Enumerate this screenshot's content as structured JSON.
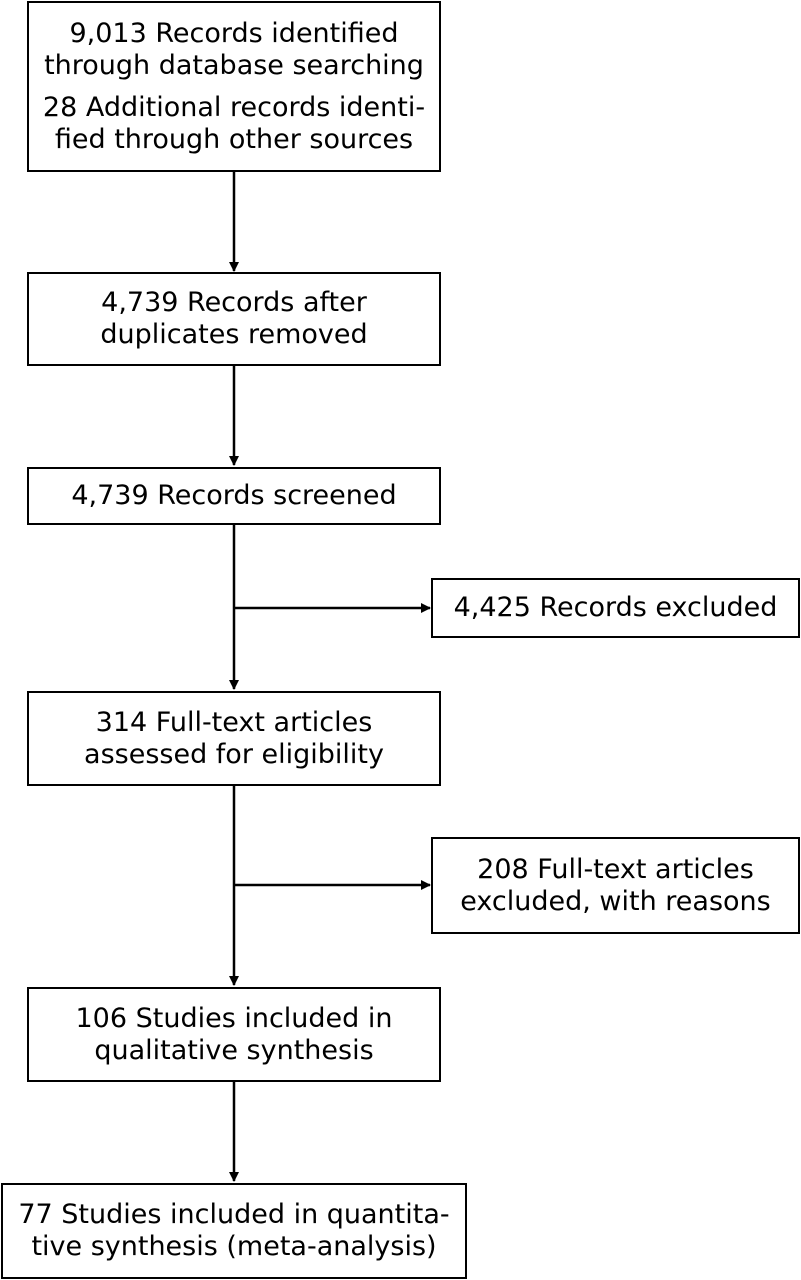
{
  "boxes": {
    "identified": {
      "lines_a": [
        "9,013 Records identified",
        "through database searching"
      ],
      "lines_b": [
        "28 Additional records identi-",
        "fied through other sources"
      ]
    },
    "duplicates_removed": {
      "lines": [
        "4,739 Records after",
        "duplicates removed"
      ]
    },
    "screened": {
      "lines": [
        "4,739 Records screened"
      ]
    },
    "excluded": {
      "lines": [
        "4,425 Records excluded"
      ]
    },
    "fulltext_assessed": {
      "lines": [
        "314 Full-text articles",
        "assessed for eligibility"
      ]
    },
    "fulltext_excluded": {
      "lines": [
        "208 Full-text articles",
        "excluded, with reasons"
      ]
    },
    "qualitative": {
      "lines": [
        "106 Studies included in",
        "qualitative synthesis"
      ]
    },
    "quantitative": {
      "lines": [
        "77 Studies included in quantita-",
        "tive synthesis (meta-analysis)"
      ]
    }
  }
}
